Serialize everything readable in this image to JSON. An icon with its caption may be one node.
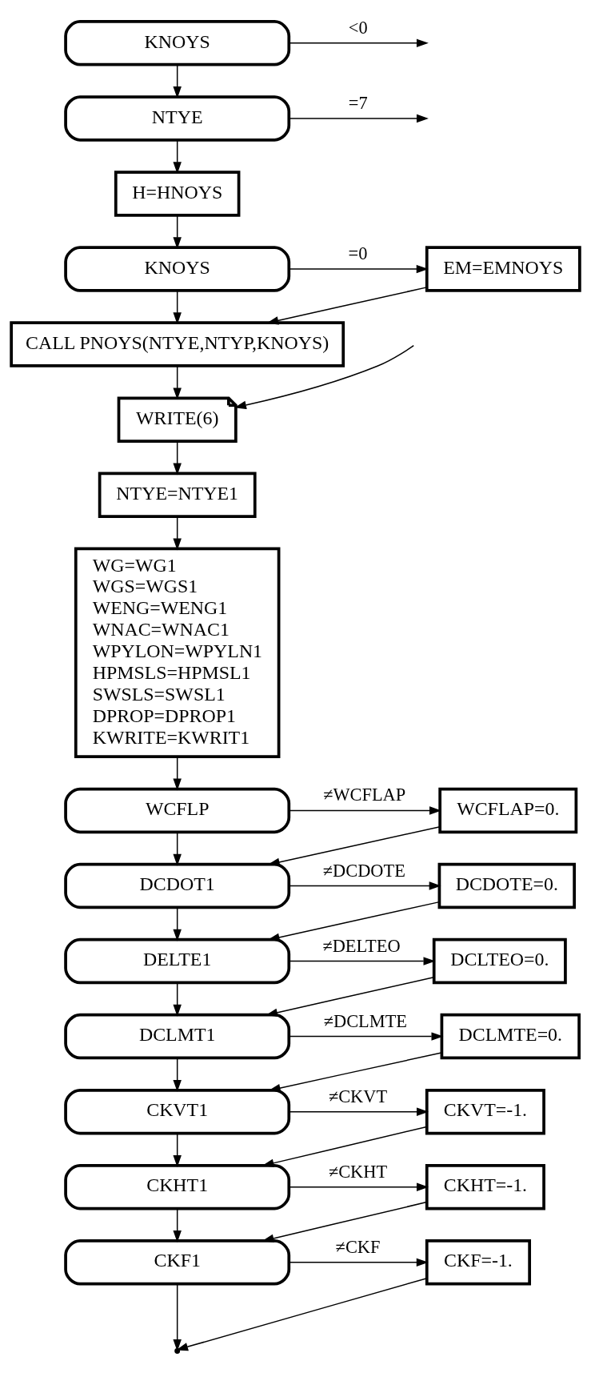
{
  "diagram": {
    "nodes": [
      {
        "text": [
          "KNOYS"
        ]
      },
      {
        "text": [
          "NTYE"
        ]
      },
      {
        "text": [
          "H=HNOYS"
        ]
      },
      {
        "text": [
          "KNOYS"
        ]
      },
      {
        "text": [
          "EM=EMNOYS"
        ]
      },
      {
        "text": [
          "CALL PNOYS(NTYE,NTYP,KNOYS)"
        ]
      },
      {
        "text": [
          "WRITE(6)"
        ]
      },
      {
        "text": [
          "NTYE=NTYE1"
        ]
      },
      {
        "text": [
          "WG=WG1",
          "WGS=WGS1",
          "WENG=WENG1",
          "WNAC=WNAC1",
          "WPYLON=WPYLN1",
          "HPMSLS=HPMSL1",
          "SWSLS=SWSL1",
          "DPROP=DPROP1",
          "KWRITE=KWRIT1"
        ]
      },
      {
        "text": [
          "WCFLP"
        ]
      },
      {
        "text": [
          "WCFLAP=0."
        ]
      },
      {
        "text": [
          "DCDOT1"
        ]
      },
      {
        "text": [
          "DCDOTE=0."
        ]
      },
      {
        "text": [
          "DELTE1"
        ]
      },
      {
        "text": [
          "DCLTEO=0."
        ]
      },
      {
        "text": [
          "DCLMT1"
        ]
      },
      {
        "text": [
          "DCLMTE=0."
        ]
      },
      {
        "text": [
          "CKVT1"
        ]
      },
      {
        "text": [
          "CKVT=-1."
        ]
      },
      {
        "text": [
          "CKHT1"
        ]
      },
      {
        "text": [
          "CKHT=-1."
        ]
      },
      {
        "text": [
          "CKF1"
        ]
      },
      {
        "text": [
          "CKF=-1."
        ]
      }
    ],
    "edges": [
      {
        "from": 0,
        "to": null,
        "label": "<0",
        "arrow": "to"
      },
      {
        "from": 0,
        "to": 1,
        "arrow": "to"
      },
      {
        "from": 1,
        "to": null,
        "label": "=7",
        "arrow": "to"
      },
      {
        "from": 1,
        "to": 2,
        "arrow": "to"
      },
      {
        "from": 2,
        "to": 3,
        "arrow": "to"
      },
      {
        "from": 3,
        "to": 4,
        "label": "=0",
        "arrow": "to"
      },
      {
        "from": 3,
        "to": 5,
        "arrow": "to"
      },
      {
        "from": 4,
        "to": 5,
        "arrow": "to"
      },
      {
        "from": null,
        "to": 6,
        "arrow": "to"
      },
      {
        "from": 5,
        "to": 6,
        "arrow": "to"
      },
      {
        "from": 6,
        "to": 7,
        "arrow": "to"
      },
      {
        "from": 7,
        "to": 8,
        "arrow": "to"
      },
      {
        "from": 8,
        "to": 9,
        "arrow": "to"
      },
      {
        "from": 9,
        "to": 10,
        "label": "≠WCFLAP",
        "arrow": "to"
      },
      {
        "from": 9,
        "to": 11,
        "arrow": "to"
      },
      {
        "from": 10,
        "to": 11,
        "arrow": "to"
      },
      {
        "from": 11,
        "to": 12,
        "label": "≠DCDOTE",
        "arrow": "to"
      },
      {
        "from": 11,
        "to": 13,
        "arrow": "to"
      },
      {
        "from": 12,
        "to": 13,
        "arrow": "to"
      },
      {
        "from": 13,
        "to": 14,
        "label": "≠DELTEO",
        "arrow": "to"
      },
      {
        "from": 13,
        "to": 15,
        "arrow": "to"
      },
      {
        "from": 14,
        "to": 15,
        "arrow": "to"
      },
      {
        "from": 15,
        "to": 16,
        "label": "≠DCLMTE",
        "arrow": "to"
      },
      {
        "from": 15,
        "to": 17,
        "arrow": "to"
      },
      {
        "from": 16,
        "to": 17,
        "arrow": "to"
      },
      {
        "from": 17,
        "to": 18,
        "label": "≠CKVT",
        "arrow": "to"
      },
      {
        "from": 17,
        "to": 19,
        "arrow": "to"
      },
      {
        "from": 18,
        "to": 19,
        "arrow": "to"
      },
      {
        "from": 19,
        "to": 20,
        "label": "≠CKHT",
        "arrow": "to"
      },
      {
        "from": 19,
        "to": 21,
        "arrow": "to"
      },
      {
        "from": 20,
        "to": 21,
        "arrow": "to"
      },
      {
        "from": 21,
        "to": 22,
        "label": "≠CKF",
        "arrow": "to"
      },
      {
        "from": 21,
        "to": null,
        "arrow": "to"
      },
      {
        "from": 22,
        "to": null,
        "arrow": "to"
      }
    ]
  }
}
